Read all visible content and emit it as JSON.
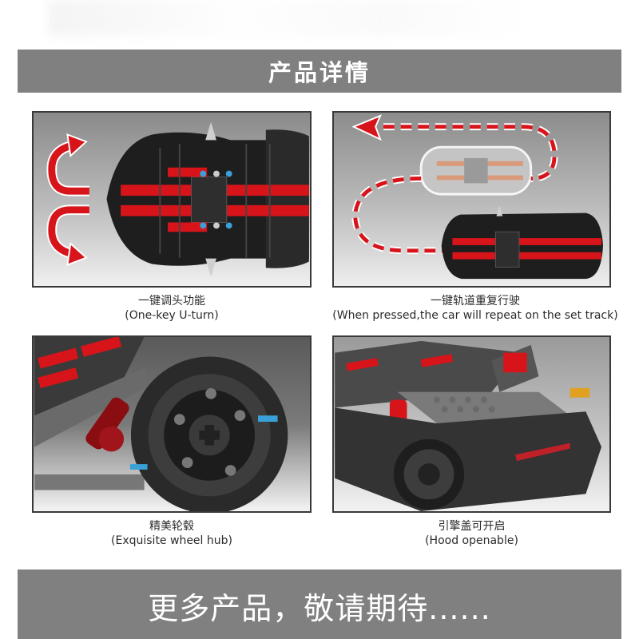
{
  "header": {
    "title": "产品详情",
    "background_color": "#808080",
    "text_color": "#ffffff"
  },
  "features": [
    {
      "title_cn": "一键调头功能",
      "title_en": "(One-key U-turn)",
      "image": "car-top-view-with-u-turn-arrows",
      "icon": "u-turn-arrow-icon"
    },
    {
      "title_cn": "一键轨道重复行驶",
      "title_en": "(When pressed,the car will repeat on the set track)",
      "image": "car-top-view-with-dashed-track-path",
      "icon": "dashed-track-arrow-icon"
    },
    {
      "title_cn": "精美轮毂",
      "title_en": "(Exquisite wheel hub)",
      "image": "wheel-hub-closeup"
    },
    {
      "title_cn": "引擎盖可开启",
      "title_en": "(Hood openable)",
      "image": "car-rear-with-open-hood"
    }
  ],
  "footer": {
    "title": "更多产品，敬请期待......",
    "background_color": "#808080",
    "text_color": "#ffffff"
  },
  "colors": {
    "accent_red": "#d8141b",
    "panel_border": "#3a3838",
    "caption_text": "#2b2b2b"
  }
}
